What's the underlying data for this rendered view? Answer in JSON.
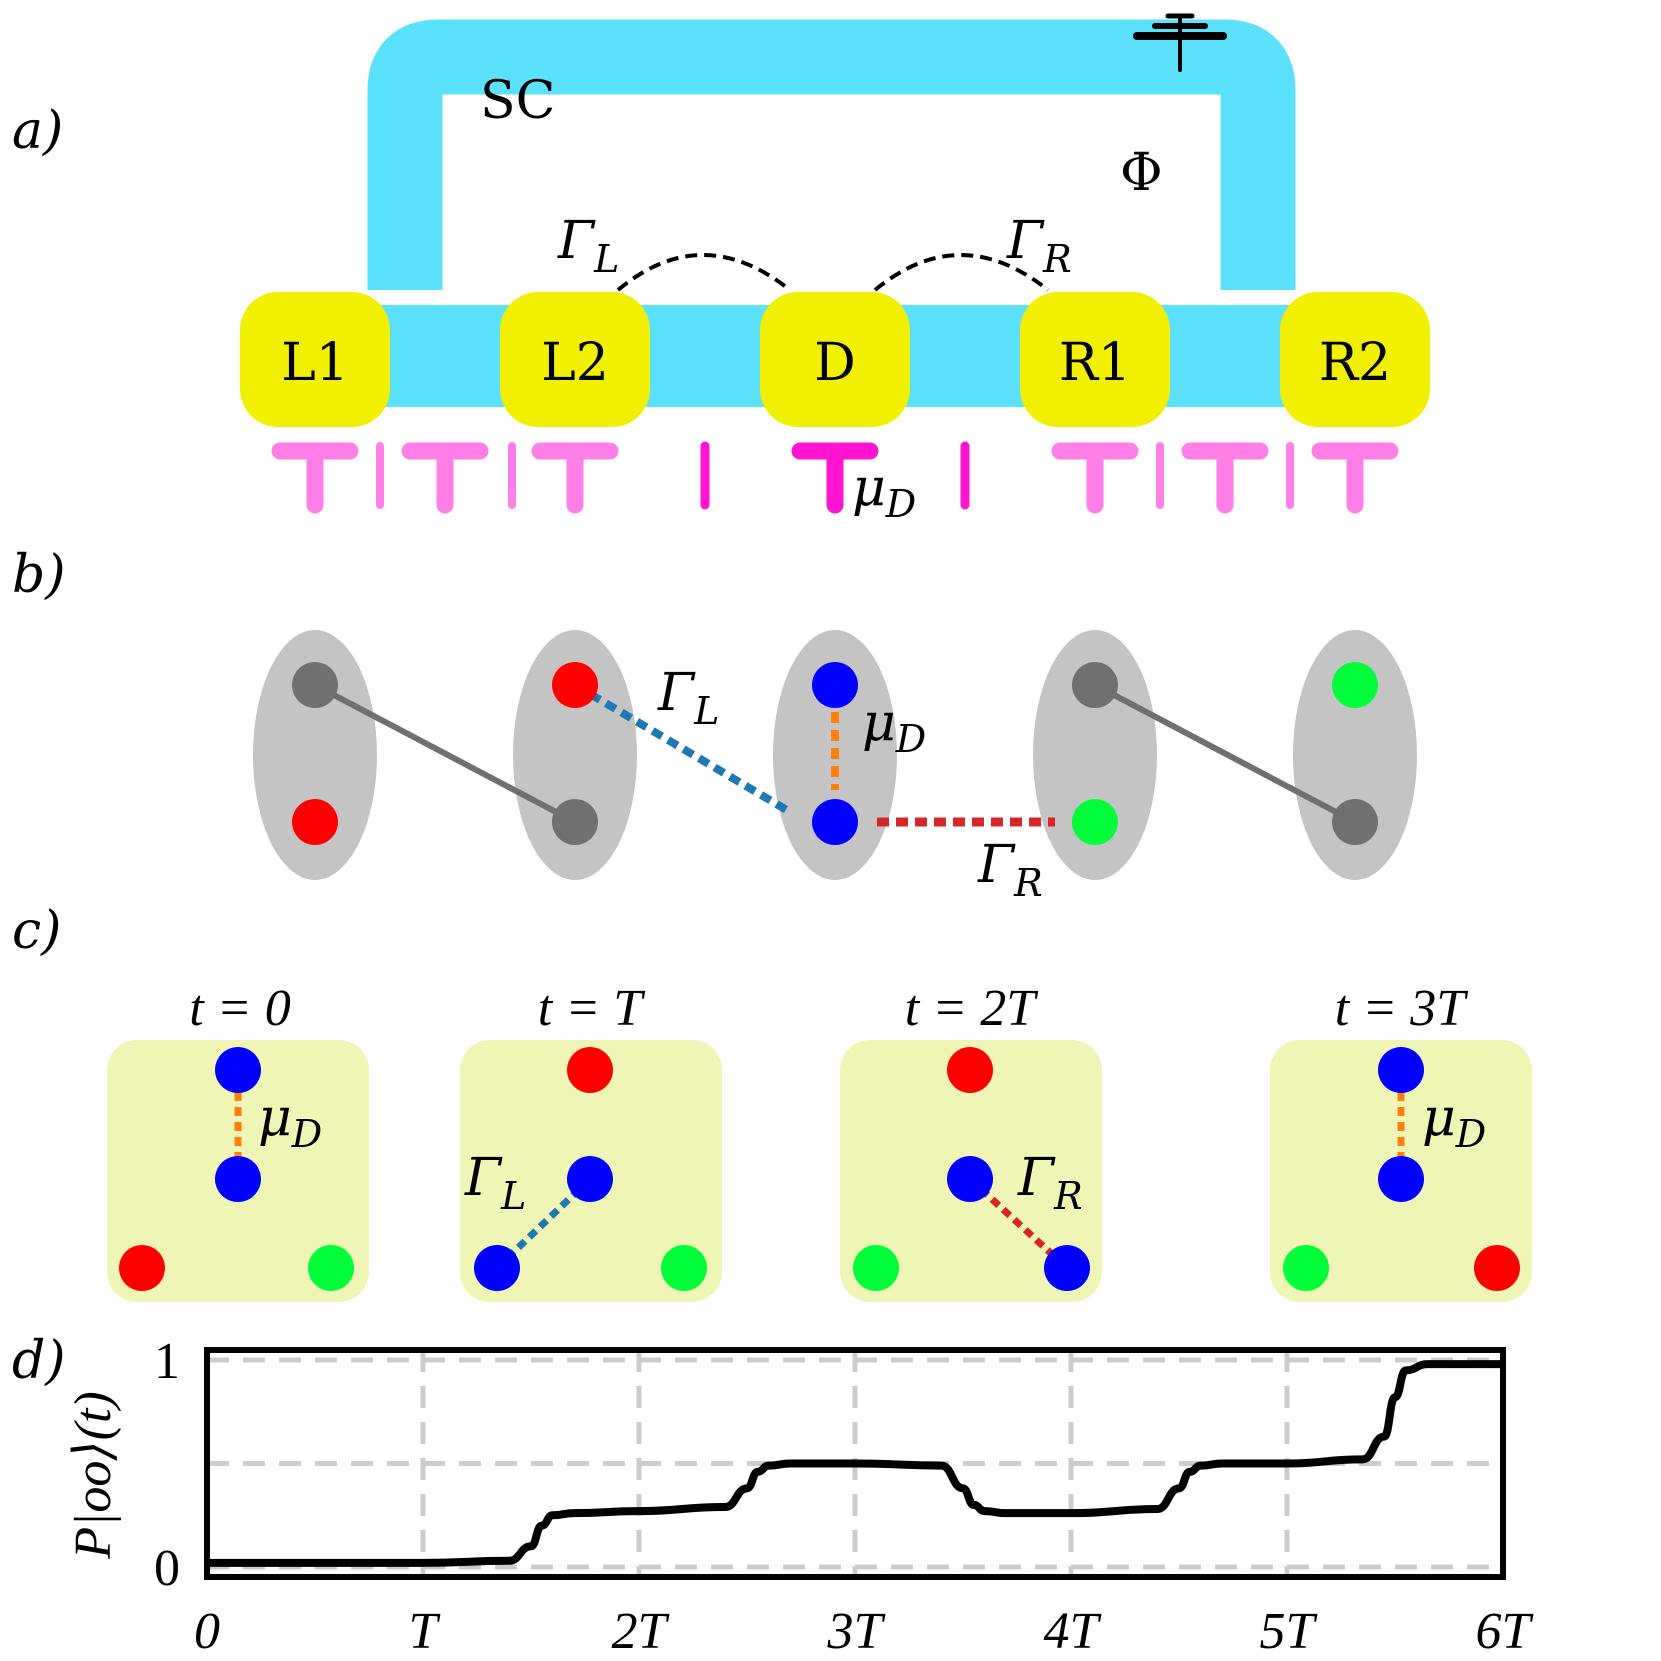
{
  "panel_a": {
    "label": "a)",
    "sc_label": "SC",
    "flux_label": "Φ",
    "gamma_l_label": "Γ",
    "gamma_l_sub": "L",
    "gamma_r_label": "Γ",
    "gamma_r_sub": "R",
    "dots": [
      "L1",
      "L2",
      "D",
      "R1",
      "R2"
    ],
    "mu_label": "μ",
    "mu_sub": "D",
    "colors": {
      "superconductor": "#5ce1fd",
      "dot": "#f0f000",
      "gate": "#ff7fe6",
      "gate_dark": "#ff14d2"
    }
  },
  "panel_b": {
    "label": "b)",
    "gamma_l_label": "Γ",
    "gamma_l_sub": "L",
    "mu_label": "μ",
    "mu_sub": "D",
    "gamma_r_label": "Γ",
    "gamma_r_sub": "R",
    "colors": {
      "ellipse": "#c4c4c4",
      "gray": "#707070",
      "red": "#ff0000",
      "blue": "#0000ff",
      "green": "#00ff3a",
      "coupling_l": "#1f77b4",
      "coupling_r": "#d62728",
      "coupling_mu": "#ff7f0e"
    }
  },
  "panel_c": {
    "label": "c)",
    "frames": [
      {
        "title": "t = 0"
      },
      {
        "title": "t = T"
      },
      {
        "title": "t = 2T"
      },
      {
        "title": "t = 3T"
      }
    ],
    "mu_label": "μ",
    "mu_sub": "D",
    "gamma_l_label": "Γ",
    "gamma_l_sub": "L",
    "gamma_r_label": "Γ",
    "gamma_r_sub": "R",
    "colors": {
      "frame": "#eff5b5"
    }
  },
  "panel_d": {
    "label": "d)",
    "ylabel": "P|oo⟩(t)"
  },
  "chart_data": {
    "type": "line",
    "title": "",
    "xlabel": "",
    "ylabel": "P|oo⟩(t)",
    "xlim": [
      0,
      6
    ],
    "ylim": [
      0,
      1
    ],
    "x_ticks": [
      "0",
      "T",
      "2T",
      "3T",
      "4T",
      "5T",
      "6T"
    ],
    "y_ticks": [
      "0",
      "1"
    ],
    "grid": true,
    "series": [
      {
        "x": [
          0,
          0.5,
          1.0,
          1.4,
          1.5,
          1.55,
          1.6,
          1.7,
          2.0,
          2.4,
          2.5,
          2.55,
          2.6,
          2.7,
          3.0,
          3.4,
          3.5,
          3.55,
          3.6,
          3.7,
          4.0,
          4.4,
          4.5,
          4.55,
          4.6,
          4.7,
          5.0,
          5.35,
          5.45,
          5.5,
          5.55,
          5.65,
          6.0
        ],
        "y": [
          0.02,
          0.02,
          0.02,
          0.03,
          0.1,
          0.2,
          0.25,
          0.26,
          0.27,
          0.29,
          0.38,
          0.46,
          0.49,
          0.5,
          0.5,
          0.49,
          0.38,
          0.3,
          0.27,
          0.26,
          0.26,
          0.28,
          0.38,
          0.46,
          0.49,
          0.5,
          0.5,
          0.52,
          0.63,
          0.82,
          0.95,
          0.98,
          0.98
        ]
      }
    ],
    "colors": {
      "line": "#000000",
      "grid": "#cccccc"
    }
  }
}
